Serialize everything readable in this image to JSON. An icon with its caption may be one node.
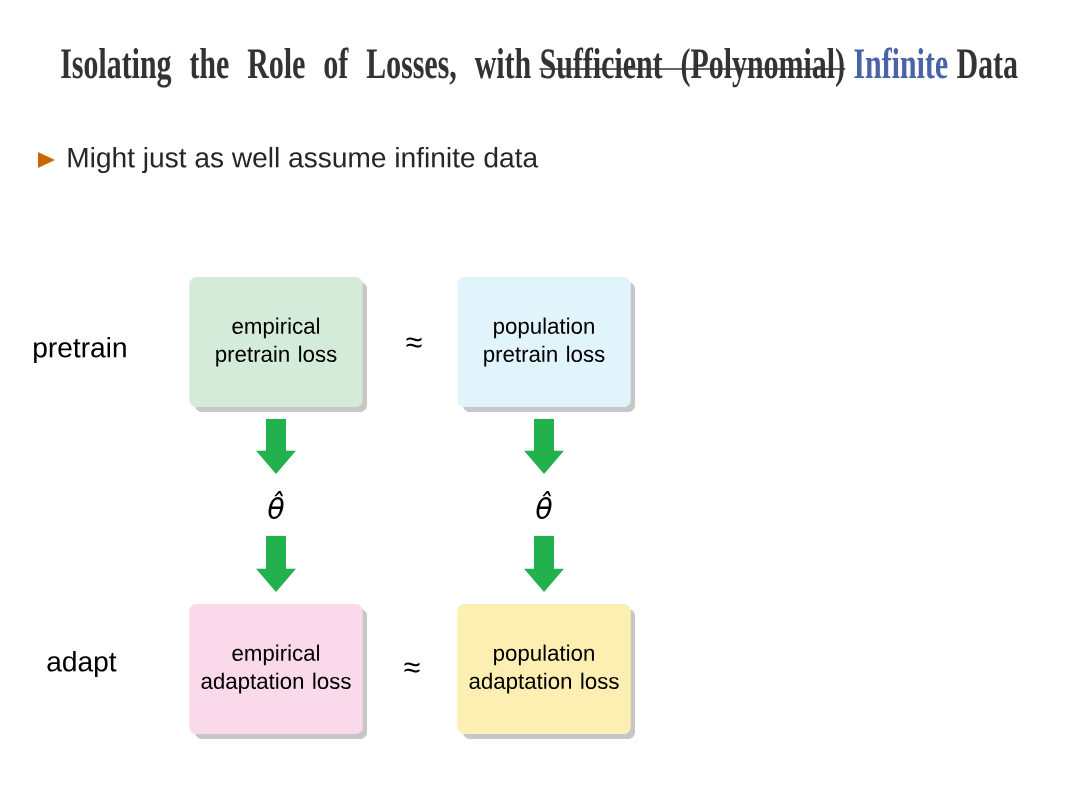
{
  "diagram": {
    "nodes": [
      {
        "text": [
          "empirical pretrain loss"
        ]
      },
      {
        "text": [
          "population pretrain loss"
        ]
      },
      {
        "text": [
          "θ̂"
        ]
      },
      {
        "text": [
          "θ̂"
        ]
      },
      {
        "text": [
          "empirical adaptation loss"
        ]
      },
      {
        "text": [
          "population adaptation loss"
        ]
      }
    ],
    "edges": [
      {
        "from": 0,
        "to": 2,
        "arrow": "to"
      },
      {
        "from": 2,
        "to": 4,
        "arrow": "to"
      },
      {
        "from": 1,
        "to": 3,
        "arrow": "to"
      },
      {
        "from": 3,
        "to": 5,
        "arrow": "to"
      }
    ],
    "labels": [
      "Isolating the Role of Losses, with",
      "Sufficient (Polynomial)",
      "Infinite",
      "Data",
      "Might just as well assume infinite data",
      "pretrain",
      "≈",
      "adapt",
      "≈"
    ]
  }
}
